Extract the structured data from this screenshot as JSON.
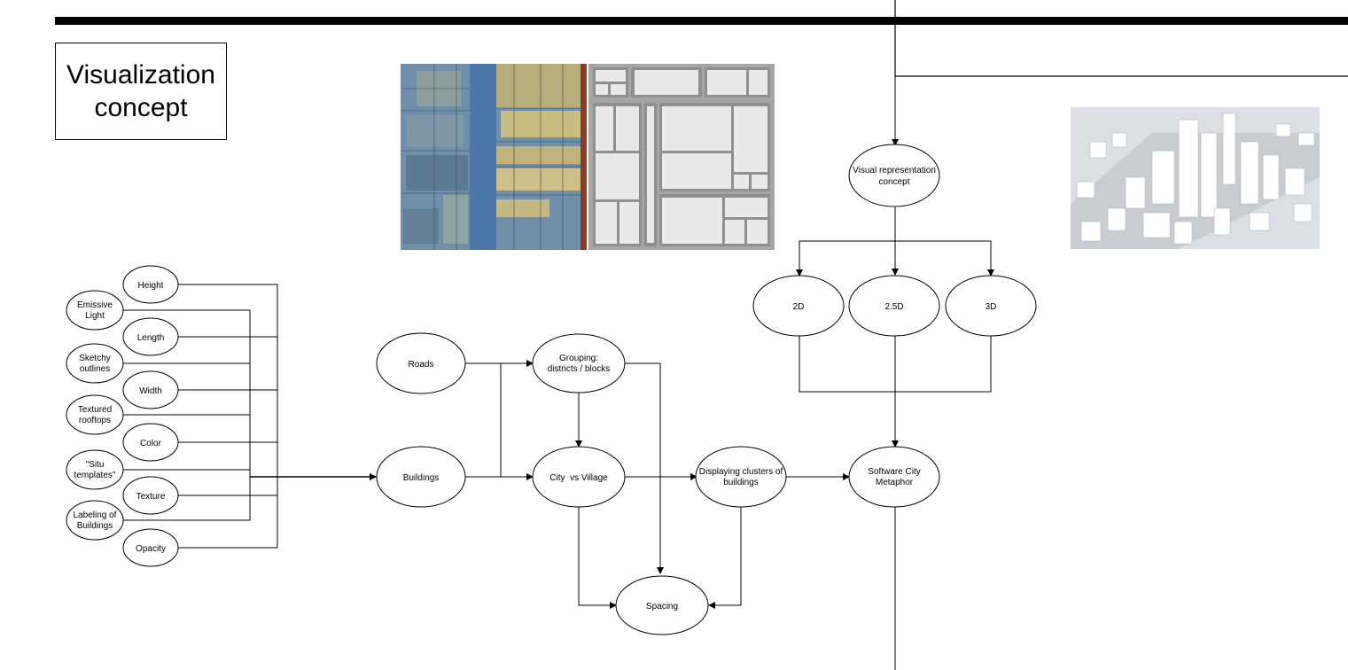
{
  "title": "Visualization\nconcept",
  "nodes": {
    "height": "Height",
    "emissive": [
      "Emissive",
      "Light"
    ],
    "length": "Length",
    "sketchy": [
      "Sketchy",
      "outlines"
    ],
    "width": "Width",
    "textured": [
      "Textured",
      "rooftops"
    ],
    "color": "Color",
    "situ": [
      "\"Situ",
      "templates\""
    ],
    "texture": "Texture",
    "labeling": [
      "Labeling of",
      "Buildings"
    ],
    "opacity": "Opacity",
    "roads": "Roads",
    "buildings": "Buildings",
    "grouping": [
      "Grouping:",
      "districts / blocks"
    ],
    "city_village": "City  vs Village",
    "clusters": [
      "Displaying clusters of",
      "buildings"
    ],
    "spacing": "Spacing",
    "visual_rep": [
      "Visual representation",
      "concept"
    ],
    "d2": "2D",
    "d25": "2.5D",
    "d3": "3D",
    "software_city": [
      "Software City",
      "Metaphor"
    ]
  },
  "images": {
    "treemap_colored": "colored-treemap-image",
    "treemap_gray": "gray-treemap-image",
    "city": "3d-city-render-image"
  },
  "colors": {
    "stroke": "#000000",
    "treemap_blue": "#6f8fab",
    "treemap_yellow": "#c9b877",
    "treemap_gray": "#9a9a9a",
    "treemap_light": "#e9e9e9"
  }
}
